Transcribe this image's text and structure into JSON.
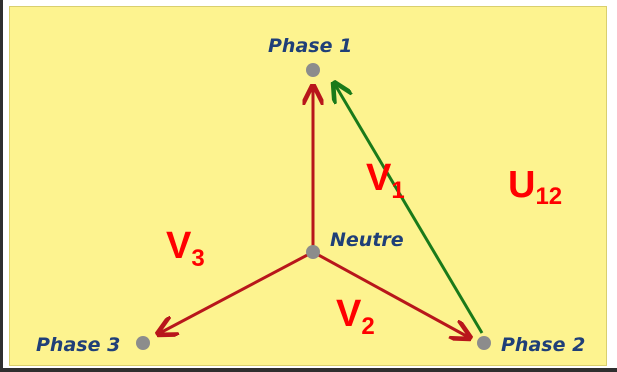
{
  "nodes": {
    "phase1": "Phase 1",
    "phase2": "Phase 2",
    "phase3": "Phase 3",
    "neutre": "Neutre"
  },
  "vectors": {
    "v1": {
      "main": "V",
      "sub": "1"
    },
    "v2": {
      "main": "V",
      "sub": "2"
    },
    "v3": {
      "main": "V",
      "sub": "3"
    },
    "u12": {
      "main": "U",
      "sub": "12"
    }
  },
  "colors": {
    "background": "#fdf38f",
    "phase_vector": "#b8161b",
    "line_vector": "#1a7a1a",
    "node_dot": "#8c8c8c",
    "node_label": "#1f3f78",
    "vector_label": "#ff0000"
  }
}
